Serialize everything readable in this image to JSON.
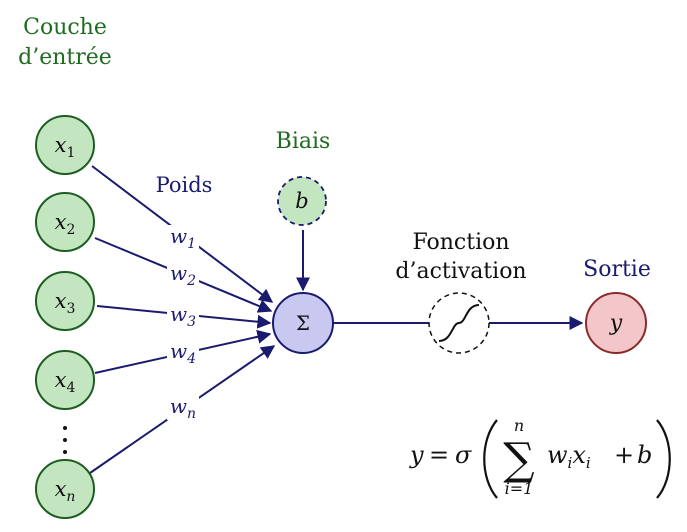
{
  "labels": {
    "input_layer_line1": "Couche",
    "input_layer_line2": "d’entrée",
    "weights": "Poids",
    "bias": "Biais",
    "activation_line1": "Fonction",
    "activation_line2": "d’activation",
    "output": "Sortie"
  },
  "inputs": [
    {
      "var": "x",
      "sub": "1"
    },
    {
      "var": "x",
      "sub": "2"
    },
    {
      "var": "x",
      "sub": "3"
    },
    {
      "var": "x",
      "sub": "4"
    },
    {
      "var": "x",
      "sub": "n"
    }
  ],
  "weights": [
    {
      "var": "w",
      "sub": "1"
    },
    {
      "var": "w",
      "sub": "2"
    },
    {
      "var": "w",
      "sub": "3"
    },
    {
      "var": "w",
      "sub": "4"
    },
    {
      "var": "w",
      "sub": "n"
    }
  ],
  "bias_symbol": "b",
  "sum_symbol": "Σ",
  "output_symbol": "y",
  "formula": {
    "lhs": "y",
    "equals": "=",
    "func": "σ",
    "sum_upper": "n",
    "sum_lower": "i=1",
    "sum_sign": "∑",
    "term_w": "w",
    "term_w_sub": "i",
    "term_x": "x",
    "term_x_sub": "i",
    "plus": "+",
    "bias": "b"
  },
  "colors": {
    "green_text": "#1f6b1f",
    "navy": "#1a1a6e",
    "input_fill": "#c3e6c0",
    "input_stroke": "#1b5e20",
    "sum_fill": "#c8c8f0",
    "output_fill": "#f3c7c9",
    "output_stroke": "#8b2b2b"
  }
}
